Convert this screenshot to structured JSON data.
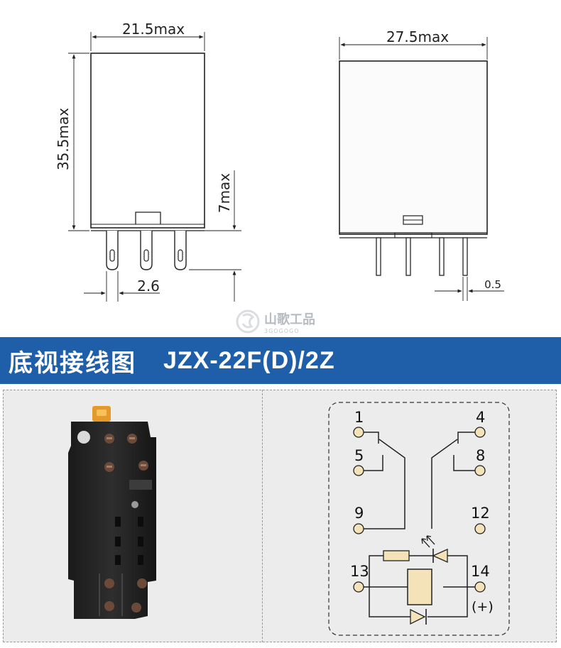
{
  "dimensions": {
    "width_top": "21.5max",
    "height": "35.5max",
    "pin_length": "7max",
    "pin_pitch": "2.6",
    "width_side": "27.5max",
    "pin_thickness": "0.5"
  },
  "watermark": {
    "brand_cn": "山歌工品",
    "brand_en": "3GOGOGO"
  },
  "title_bar": {
    "title_cn": "底视接线图",
    "model": "JZX-22F(D)/2Z",
    "color": "#1f5faa"
  },
  "wiring": {
    "pins": [
      "1",
      "4",
      "5",
      "8",
      "9",
      "12",
      "13",
      "14"
    ],
    "polarity": "(+)"
  },
  "product_photo": {
    "icon": "relay-socket-photo"
  }
}
